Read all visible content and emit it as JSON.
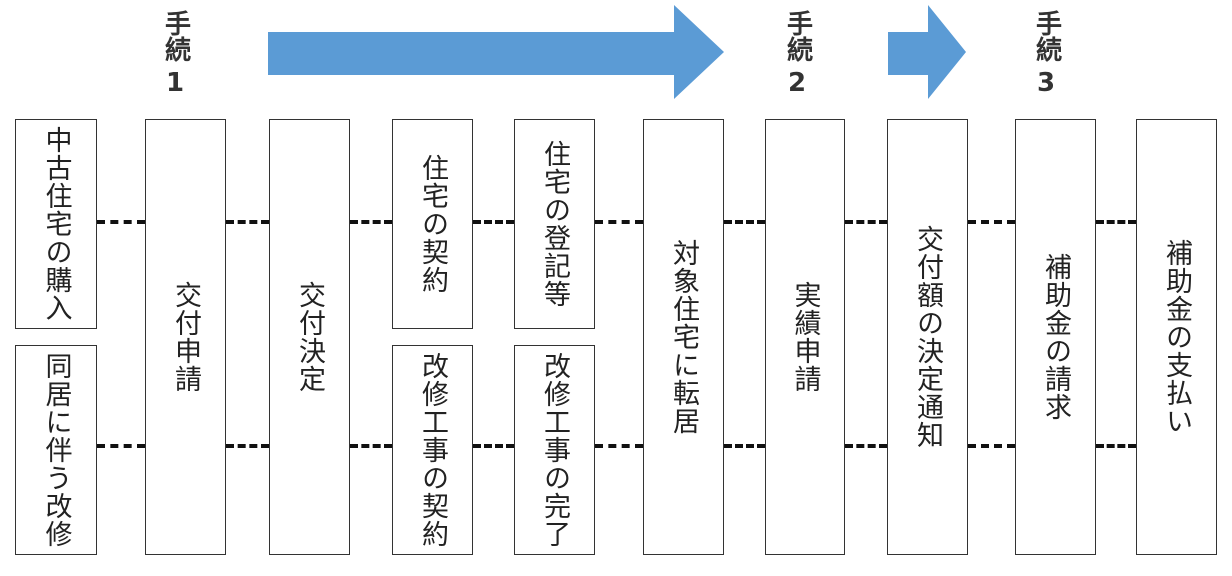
{
  "steps": {
    "step1": {
      "label": "手続",
      "number": "1"
    },
    "step2": {
      "label": "手続",
      "number": "2"
    },
    "step3": {
      "label": "手続",
      "number": "3"
    }
  },
  "colors": {
    "arrow": "#5b9bd5",
    "border": "#333333",
    "connector": "#111111"
  },
  "boxes": {
    "purchase": "中古住宅の購入",
    "renovation": "同居に伴う改修",
    "grant_application": "交付申請",
    "grant_decision": "交付決定",
    "housing_contract": "住宅の契約",
    "renovation_contract": "改修工事の契約",
    "registration": "住宅の登記等",
    "renovation_completion": "改修工事の完了",
    "move_in": "対象住宅に転居",
    "performance_report": "実績申請",
    "amount_notice": "交付額の決定通知",
    "subsidy_claim": "補助金の請求",
    "subsidy_payment": "補助金の支払い"
  }
}
